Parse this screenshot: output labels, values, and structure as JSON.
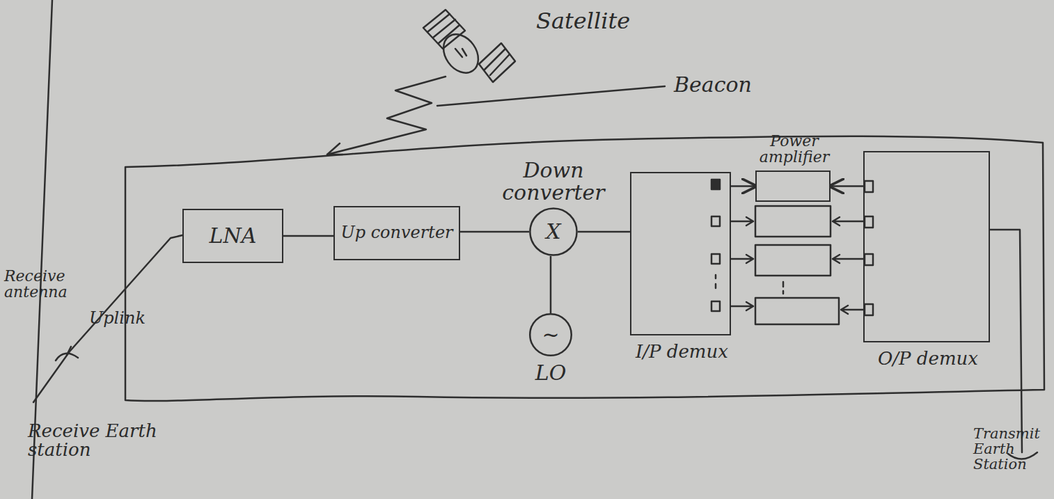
{
  "diagram": {
    "nodes": [
      {
        "text": [
          "LNA"
        ]
      },
      {
        "text": [
          "Up converter"
        ]
      },
      {
        "text": [
          "Down converter",
          "X"
        ]
      },
      {
        "text": [
          "~",
          "LO"
        ]
      },
      {
        "text": [
          "I/P demux"
        ]
      },
      {
        "text": [
          "Power amplifier"
        ]
      },
      {
        "text": [
          "O/P demux"
        ]
      }
    ],
    "edges": [
      {
        "from": 0,
        "to": 1,
        "arrow": "none"
      },
      {
        "from": 1,
        "to": 2,
        "arrow": "none"
      },
      {
        "from": 3,
        "to": 2,
        "arrow": "none"
      },
      {
        "from": 2,
        "to": 4,
        "arrow": "none"
      },
      {
        "from": 4,
        "to": 5,
        "arrow": "to"
      },
      {
        "from": 6,
        "to": 5,
        "arrow": "to"
      }
    ],
    "labels": [
      "Satellite",
      "Beacon",
      "Receive antenna",
      "Uplink",
      "Receive Earth station",
      "Transmit Earth Station"
    ]
  }
}
